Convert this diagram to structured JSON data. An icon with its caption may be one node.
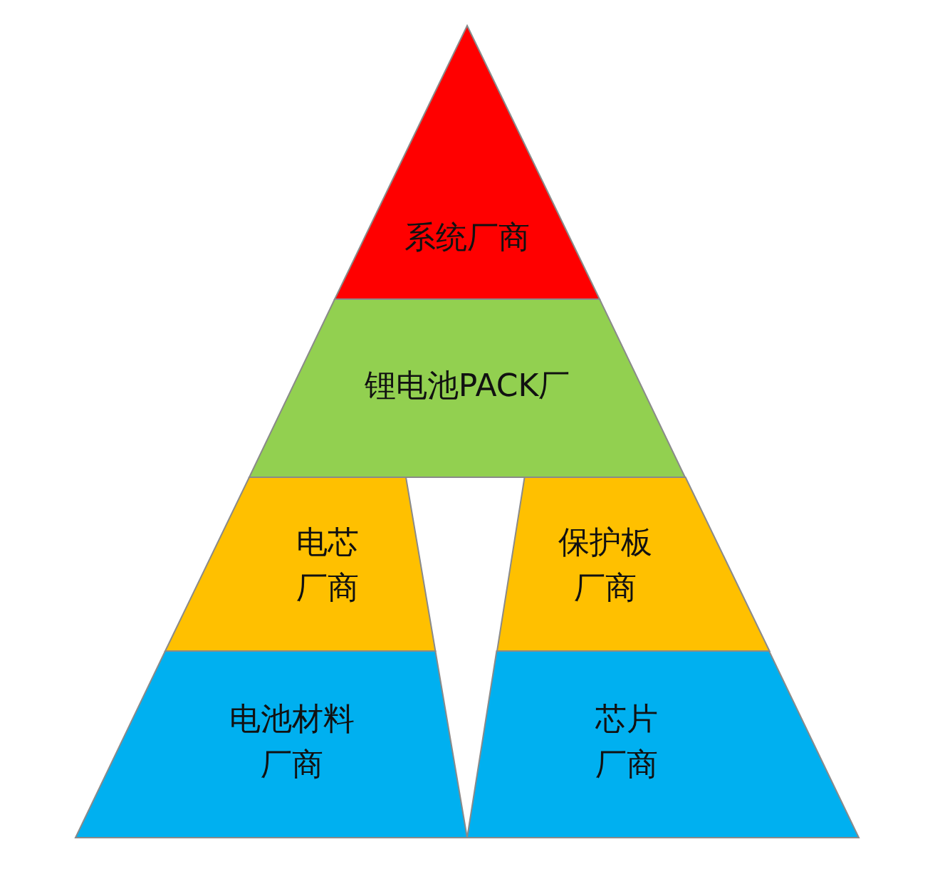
{
  "diagram": {
    "nodes": [
      {
        "text": [
          "系统厂商"
        ]
      },
      {
        "text": [
          "锂电池PACK厂"
        ]
      },
      {
        "text": [
          "电芯厂商"
        ]
      },
      {
        "text": [
          "保护板厂商"
        ]
      },
      {
        "text": [
          "电池材料厂商"
        ]
      },
      {
        "text": [
          "芯片厂商"
        ]
      }
    ]
  }
}
